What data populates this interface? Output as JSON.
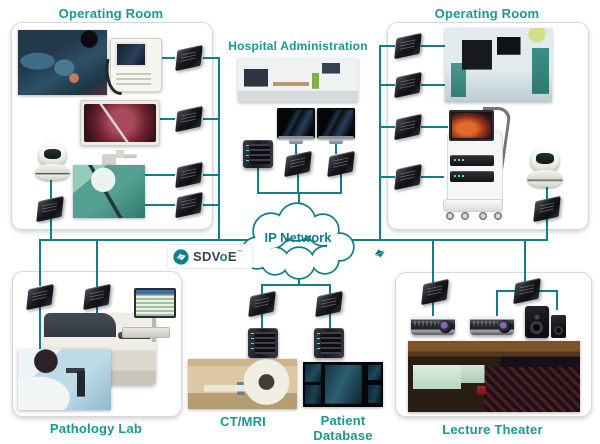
{
  "colors": {
    "accent_line": "#0F7F8A",
    "accent_text": "#189A90",
    "logo_dark": "#3C4247"
  },
  "titles": {
    "or_left": "Operating Room",
    "or_right": "Operating Room",
    "admin": "Hospital Administration",
    "pathology": "Pathology Lab",
    "ct_mri": "CT/MRI",
    "patient_db": "Patient Database",
    "lecture": "Lecture Theater"
  },
  "network": {
    "cloud_label": "IP Network"
  },
  "logo": {
    "sdv": "SDV",
    "o": "o",
    "e": "E",
    "tm": "™"
  }
}
